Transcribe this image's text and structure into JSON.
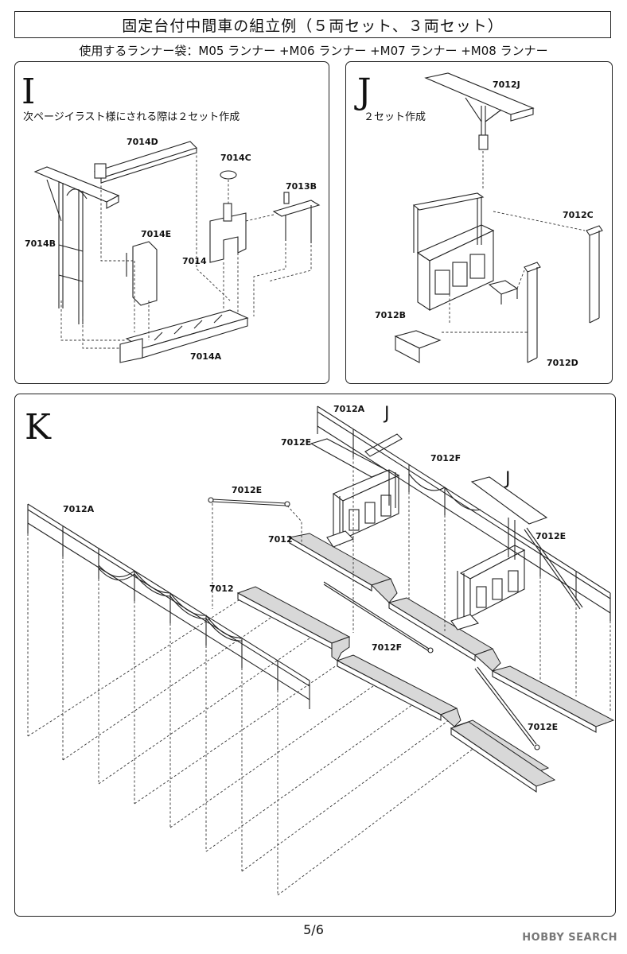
{
  "header": {
    "title": "固定台付中間車の組立例（５両セット、３両セット）",
    "runners": "使用するランナー袋：M05 ランナー +M06 ランナー +M07 ランナー +M08 ランナー"
  },
  "panel_i": {
    "letter": "I",
    "note": "次ページイラスト様にされる際は２セット作成",
    "labels": {
      "p7014d": "7014D",
      "p7014c": "7014C",
      "p7013b": "7013B",
      "p7014b": "7014B",
      "p7014e": "7014E",
      "p7014": "7014",
      "p7014a": "7014A"
    }
  },
  "panel_j": {
    "letter": "J",
    "note": "２セット作成",
    "labels": {
      "p7012j": "7012J",
      "p7012c": "7012C",
      "p7012b": "7012B",
      "p7012d": "7012D"
    }
  },
  "panel_k": {
    "letter": "K",
    "j_mark": "J",
    "labels": {
      "a_left": "7012A",
      "a_top": "7012A",
      "e_top": "7012E",
      "f_top": "7012F",
      "e_mid": "7012E",
      "p7012_mid": "7012",
      "e_right": "7012E",
      "p7012_left": "7012",
      "f_bottom": "7012F",
      "e_bottom": "7012E"
    }
  },
  "footer": {
    "page": "5/6",
    "watermark": "HOBBY SEARCH"
  }
}
